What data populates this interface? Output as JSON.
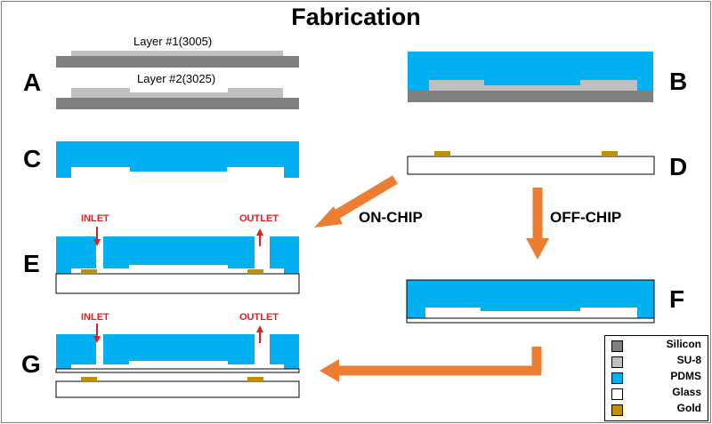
{
  "title": "Fabrication",
  "panels": {
    "A": {
      "label": "A",
      "layer1": "Layer #1(3005)",
      "layer2": "Layer #2(3025)"
    },
    "B": {
      "label": "B"
    },
    "C": {
      "label": "C"
    },
    "D": {
      "label": "D"
    },
    "E": {
      "label": "E",
      "inlet": "INLET",
      "outlet": "OUTLET"
    },
    "F": {
      "label": "F"
    },
    "G": {
      "label": "G",
      "inlet": "INLET",
      "outlet": "OUTLET"
    }
  },
  "flows": {
    "on_chip": "ON-CHIP",
    "off_chip": "OFF-CHIP"
  },
  "colors": {
    "silicon": "#7f7f7f",
    "su8": "#bfbfbf",
    "pdms": "#00b0f0",
    "glass": "#ffffff",
    "gold": "#bf9000",
    "arrow": "#ed7d31",
    "port_arrow": "#e02020"
  },
  "legend": [
    {
      "label": "Silicon",
      "color": "#7f7f7f"
    },
    {
      "label": "SU-8",
      "color": "#bfbfbf"
    },
    {
      "label": "PDMS",
      "color": "#00b0f0"
    },
    {
      "label": "Glass",
      "color": "#ffffff"
    },
    {
      "label": "Gold",
      "color": "#bf9000"
    }
  ]
}
